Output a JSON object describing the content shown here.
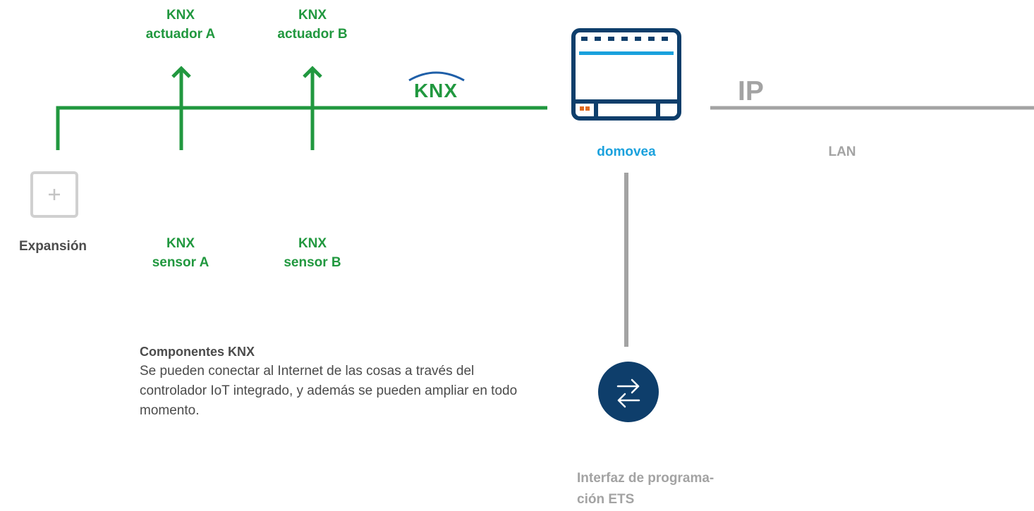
{
  "knx_bus": {
    "logo_text": "KNX",
    "actuators": [
      {
        "line1": "KNX",
        "line2": "actuador A"
      },
      {
        "line1": "KNX",
        "line2": "actuador B"
      }
    ],
    "sensors": [
      {
        "line1": "KNX",
        "line2": "sensor A"
      },
      {
        "line1": "KNX",
        "line2": "sensor B"
      }
    ],
    "expansion_label": "Expansión",
    "expansion_icon": "plus-icon"
  },
  "controller": {
    "label": "domovea"
  },
  "network": {
    "ip_label": "IP",
    "lan_label": "LAN"
  },
  "ets": {
    "label_line1": "Interfaz de programa-",
    "label_line2": "ción ETS",
    "icon": "swap-arrows-icon"
  },
  "knx_components": {
    "title": "Componentes KNX",
    "description": "Se pueden conectar al Internet de las cosas a través del controlador IoT integrado, y además se pueden ampliar en todo momento."
  },
  "colors": {
    "knx_green": "#21983f",
    "grey_line": "#a3a3a3",
    "navy": "#0e3e6b",
    "cyan": "#1aa1dd",
    "orange": "#e06a1f",
    "text_dark": "#4b4b4b"
  }
}
